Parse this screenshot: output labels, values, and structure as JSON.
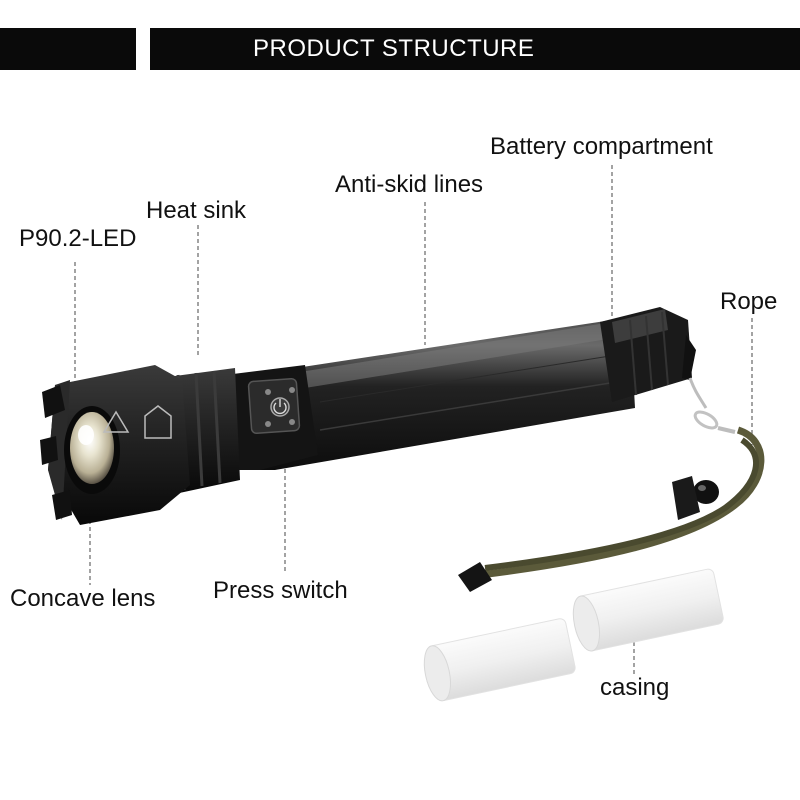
{
  "header": {
    "title": "PRODUCT STRUCTURE"
  },
  "labels": {
    "led": "P90.2-LED",
    "heat_sink": "Heat sink",
    "anti_skid": "Anti-skid lines",
    "battery": "Battery compartment",
    "rope": "Rope",
    "concave_lens": "Concave lens",
    "press_switch": "Press switch",
    "casing": "casing"
  },
  "colors": {
    "header_bg": "#0a0a0a",
    "header_text": "#ffffff",
    "body": "#1f1f1f",
    "cord": "#5b5a3a"
  }
}
